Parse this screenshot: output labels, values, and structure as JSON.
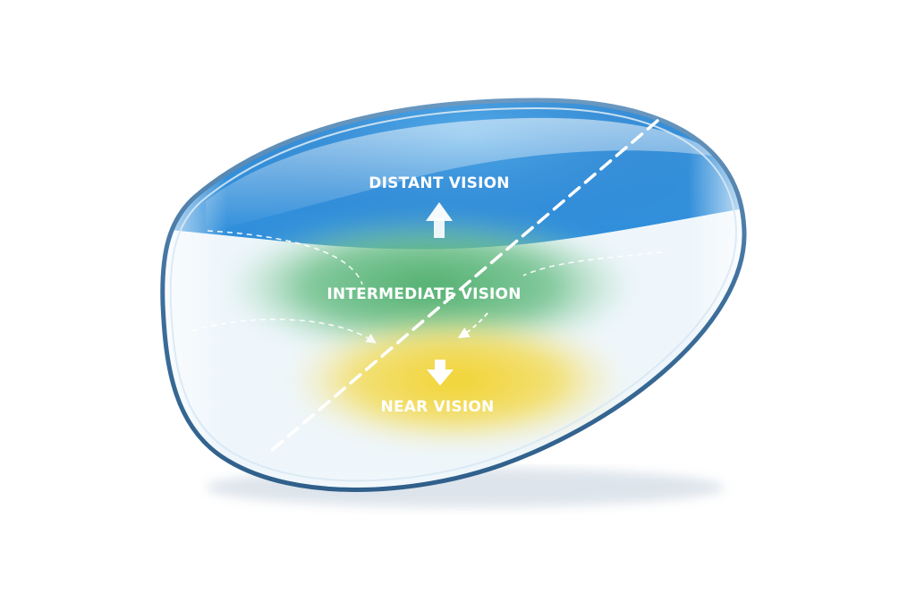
{
  "diagram": {
    "zones": {
      "distant": "DISTANT VISION",
      "intermediate": "INTERMEDIATE VISION",
      "near": "NEAR VISION"
    },
    "colors": {
      "distant_zone": "#2f8fdc",
      "intermediate_zone": "#5cb87a",
      "near_zone": "#f0d640",
      "lens_rim": "#4f7fa8",
      "background": "#ffffff"
    }
  }
}
